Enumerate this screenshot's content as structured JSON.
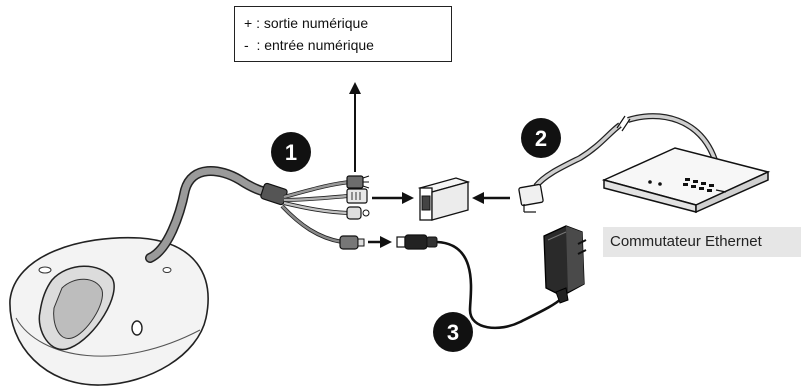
{
  "legend": {
    "line1": "+ : sortie numérique",
    "line2": "-  : entrée numérique"
  },
  "switch_label": "Commutateur Ethernet",
  "steps": [
    "1",
    "2",
    "3"
  ],
  "colors": {
    "badge": "#111111",
    "label_bg": "#e6e6e6",
    "line": "#111111",
    "cable_gray": "#8a8a8a"
  }
}
